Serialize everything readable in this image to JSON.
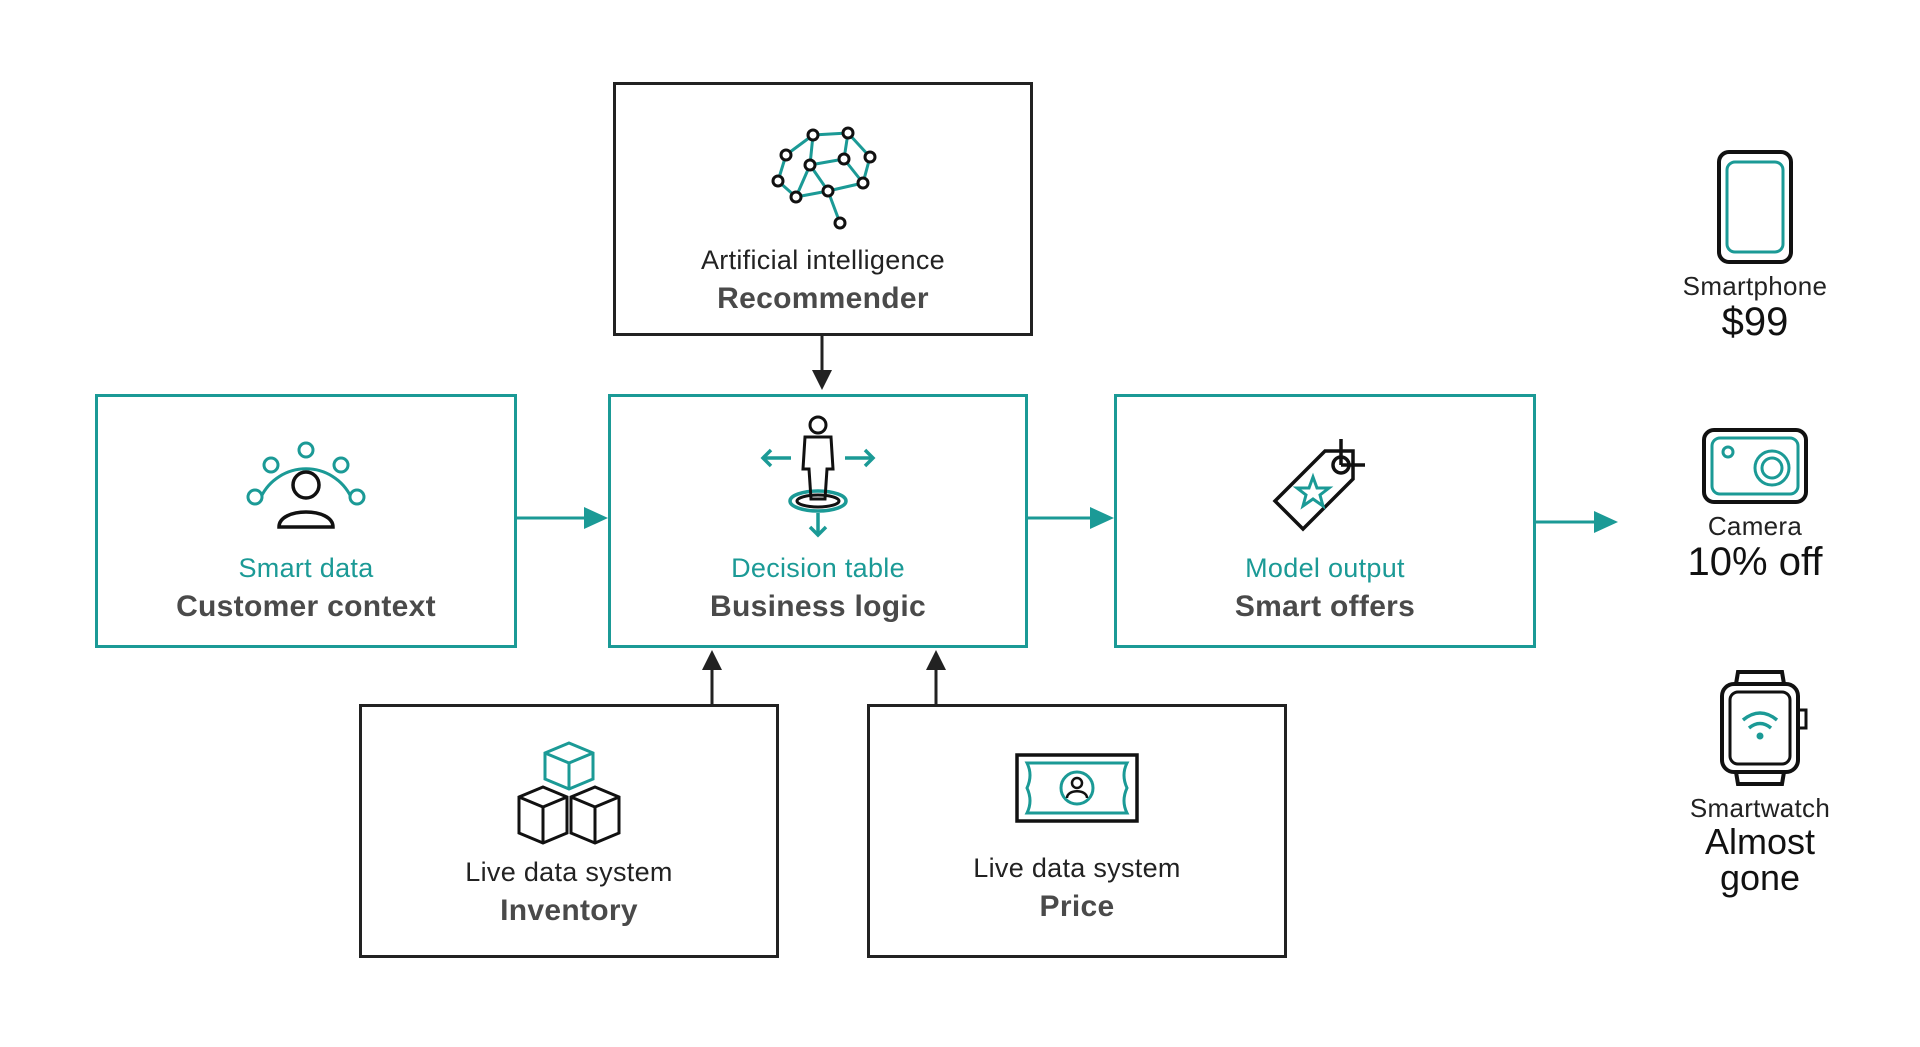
{
  "colors": {
    "teal": "#1b9a96",
    "dark": "#222222"
  },
  "top_box": {
    "icon": "brain-network-icon",
    "subtitle": "Artificial intelligence",
    "title": "Recommender"
  },
  "pipeline": [
    {
      "icon": "people-circle-icon",
      "subtitle": "Smart data",
      "title": "Customer context"
    },
    {
      "icon": "person-decision-icon",
      "subtitle": "Decision table",
      "title": "Business logic"
    },
    {
      "icon": "price-tag-star-icon",
      "subtitle": "Model output",
      "title": "Smart offers"
    }
  ],
  "bottom_boxes": [
    {
      "icon": "stacked-boxes-icon",
      "subtitle": "Live data system",
      "title": "Inventory"
    },
    {
      "icon": "banknote-icon",
      "subtitle": "Live data system",
      "title": "Price"
    }
  ],
  "products": [
    {
      "icon": "smartphone-icon",
      "name": "Smartphone",
      "value": "$99"
    },
    {
      "icon": "camera-icon",
      "name": "Camera",
      "value": "10% off"
    },
    {
      "icon": "smartwatch-icon",
      "name": "Smartwatch",
      "value_line1": "Almost",
      "value_line2": "gone"
    }
  ]
}
